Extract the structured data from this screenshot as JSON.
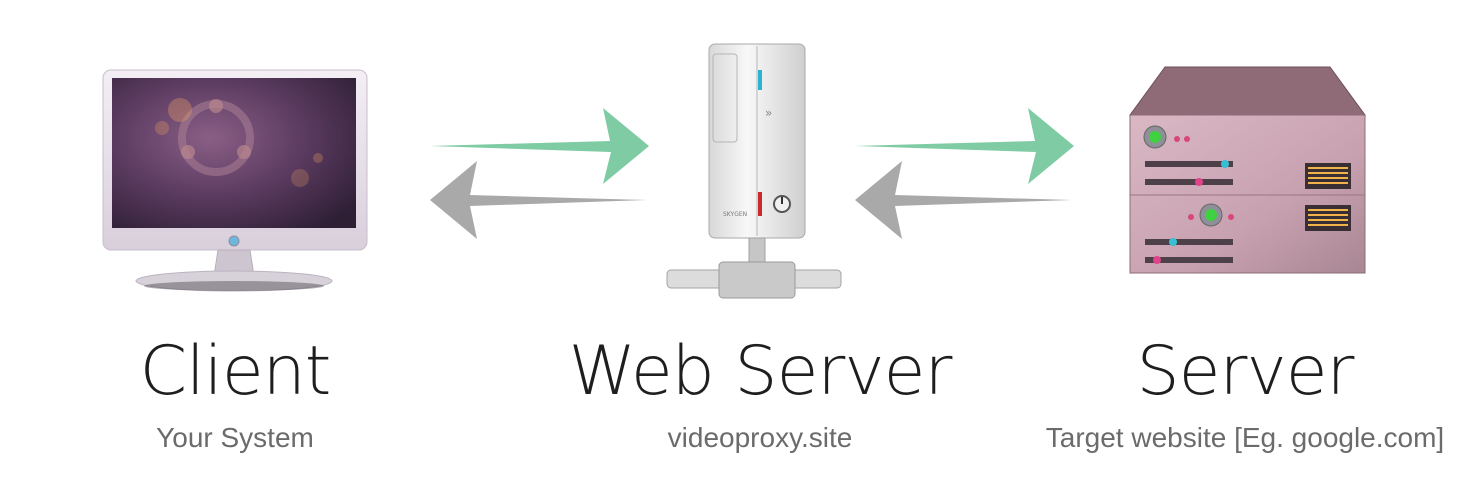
{
  "nodes": [
    {
      "id": "client",
      "title": "Client",
      "subtitle": "Your System"
    },
    {
      "id": "web-server",
      "title": "Web Server",
      "subtitle": "videoproxy.site"
    },
    {
      "id": "server",
      "title": "Server",
      "subtitle": "Target website [Eg. google.com]"
    }
  ],
  "web_server_brand": "SKYGEN",
  "colors": {
    "request_arrow": "#7ecba4",
    "response_arrow": "#a9a9a9",
    "title_text": "#1e1e1e",
    "subtitle_text": "#6b6b6b"
  },
  "icons": [
    "monitor-icon",
    "tower-server-icon",
    "rack-server-icon"
  ]
}
